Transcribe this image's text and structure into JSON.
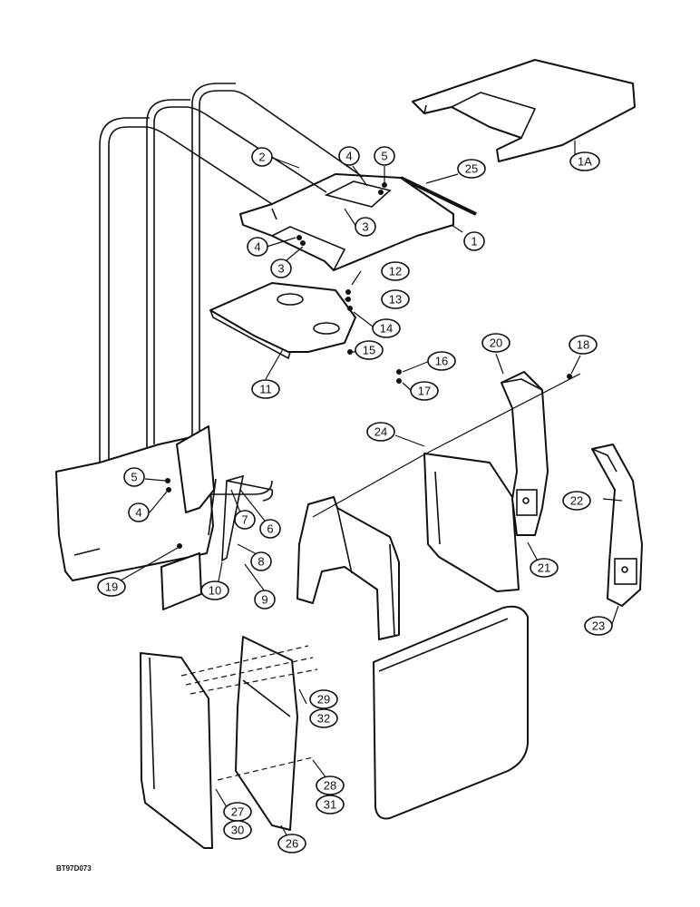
{
  "diagram": {
    "reference_code": "BT97D073",
    "colors": {
      "line": "#111111",
      "paper": "#ffffff"
    },
    "callouts": {
      "c1A": "1A",
      "c25": "25",
      "c1": "1",
      "c2": "2",
      "c4a": "4",
      "c5a": "5",
      "c3a": "3",
      "c4b": "4",
      "c3b": "3",
      "c12": "12",
      "c13": "13",
      "c14": "14",
      "c15": "15",
      "c16": "16",
      "c17": "17",
      "c11": "11",
      "c20": "20",
      "c18": "18",
      "c24": "24",
      "c5b": "5",
      "c4c": "4",
      "c7": "7",
      "c6": "6",
      "c8": "8",
      "c9": "9",
      "c10": "10",
      "c19": "19",
      "c22": "22",
      "c21": "21",
      "c23": "23",
      "c29": "29",
      "c32": "32",
      "c28": "28",
      "c31": "31",
      "c27": "27",
      "c30": "30",
      "c26": "26"
    }
  }
}
